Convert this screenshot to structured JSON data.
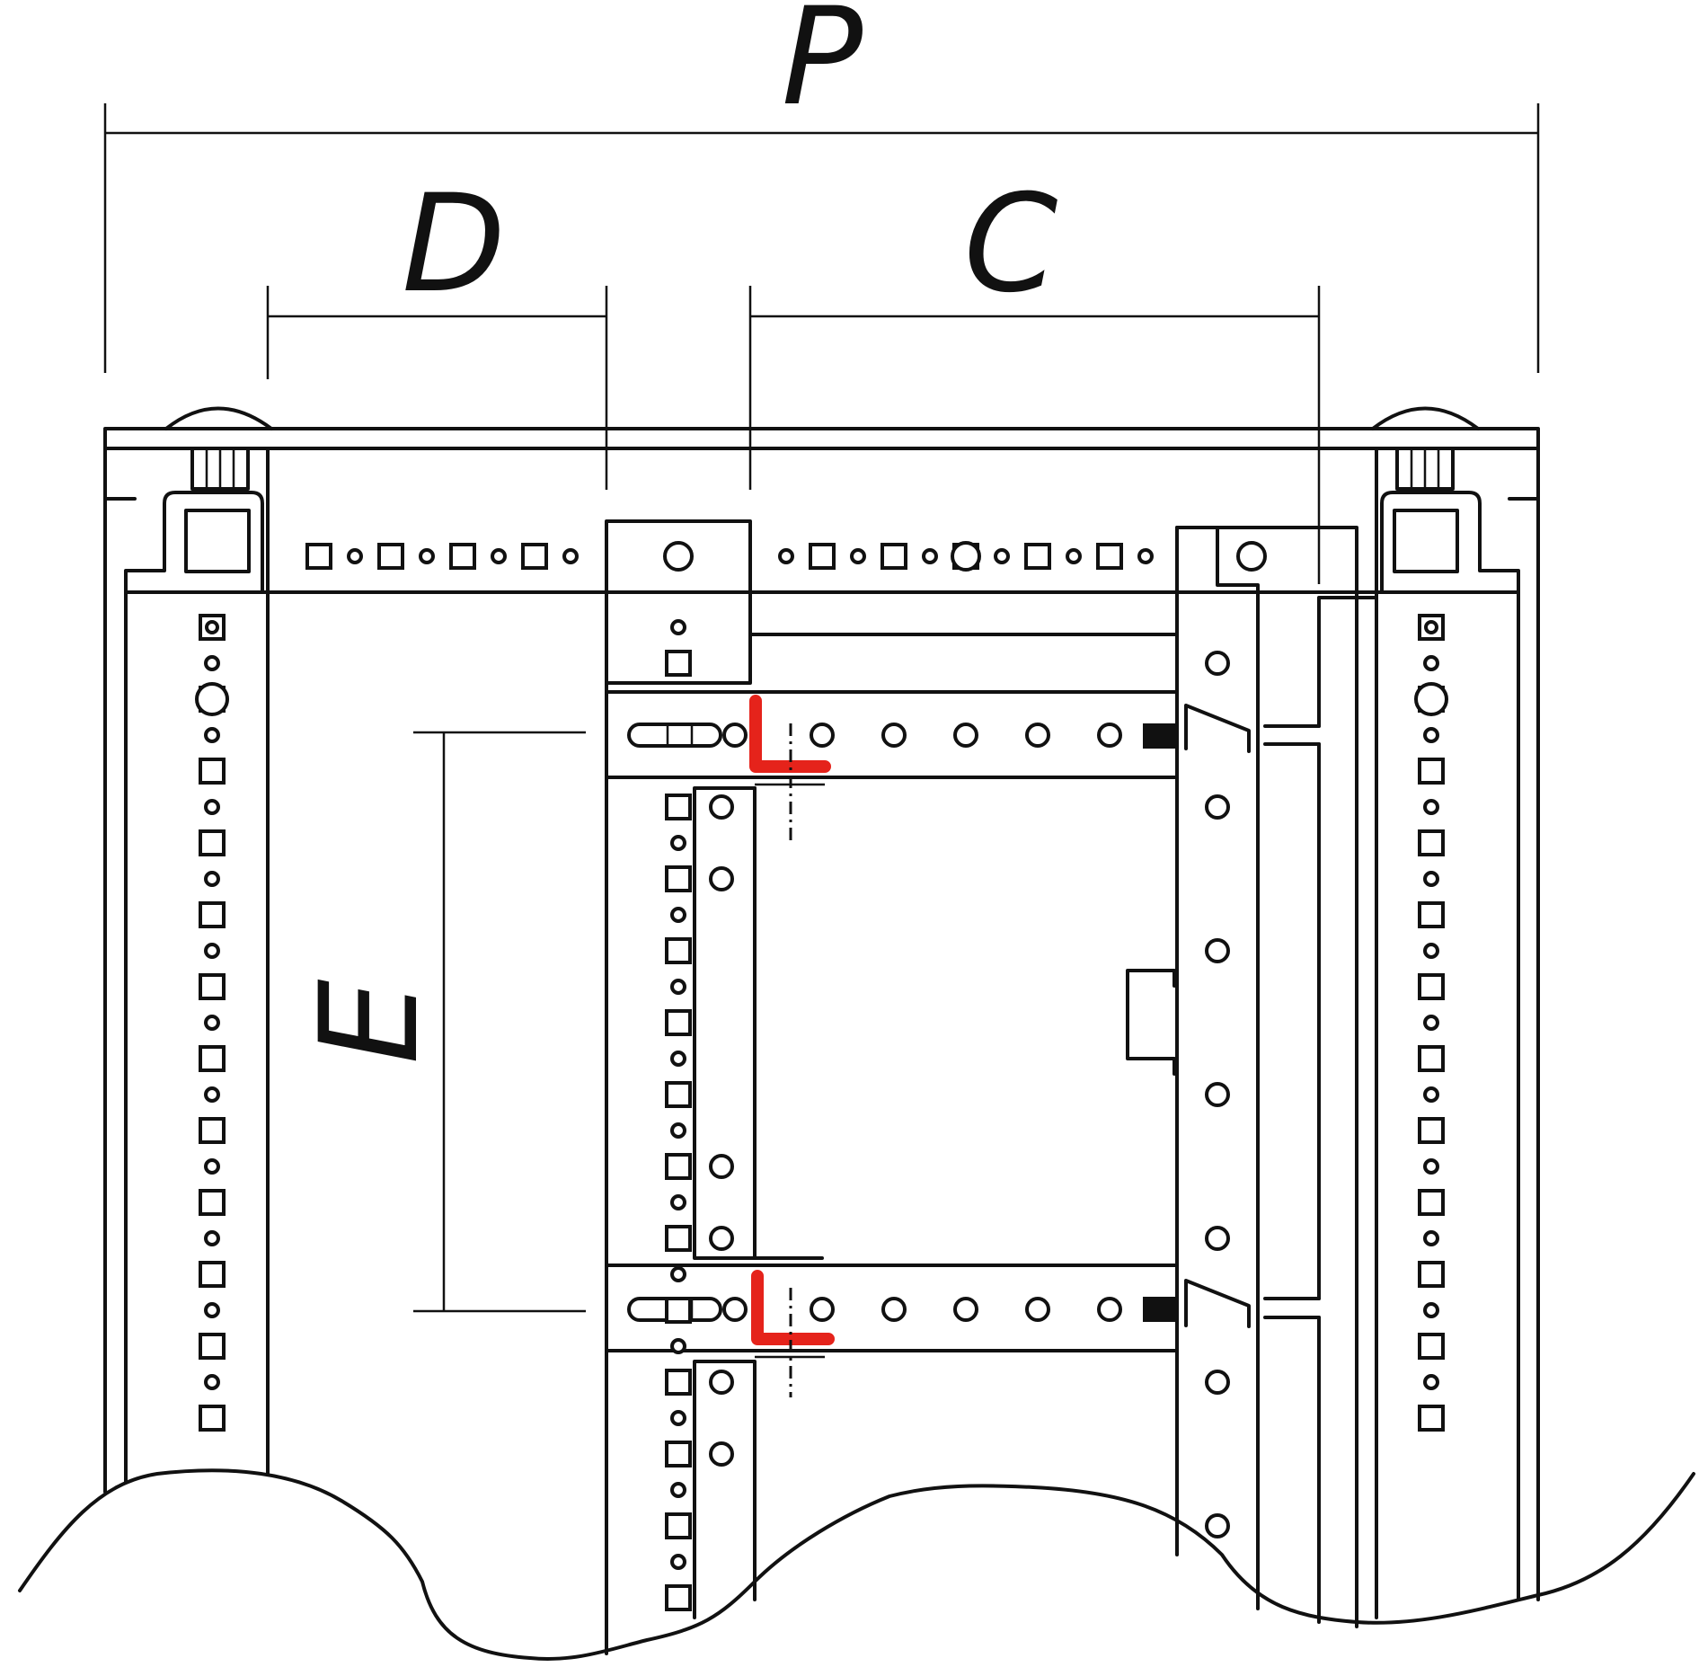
{
  "diagram": {
    "labels": {
      "p": "P",
      "d": "D",
      "c": "C",
      "e": "E",
      "l_upper": "L",
      "l_lower": "L"
    },
    "colors": {
      "line": "#111111",
      "highlight": "#e5231b",
      "background": "#ffffff"
    }
  }
}
